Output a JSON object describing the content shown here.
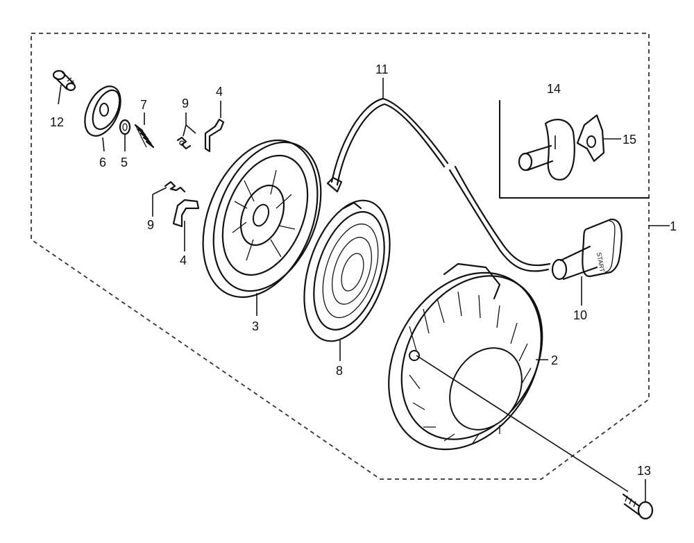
{
  "diagram": {
    "labels": {
      "p1": "1",
      "p2": "2",
      "p3": "3",
      "p4a": "4",
      "p4b": "4",
      "p5": "5",
      "p6": "6",
      "p7": "7",
      "p8": "8",
      "p9a": "9",
      "p9b": "9",
      "p10": "10",
      "p11": "11",
      "p12": "12",
      "p13": "13",
      "p14": "14",
      "p15": "15"
    },
    "handle_text": "START"
  }
}
